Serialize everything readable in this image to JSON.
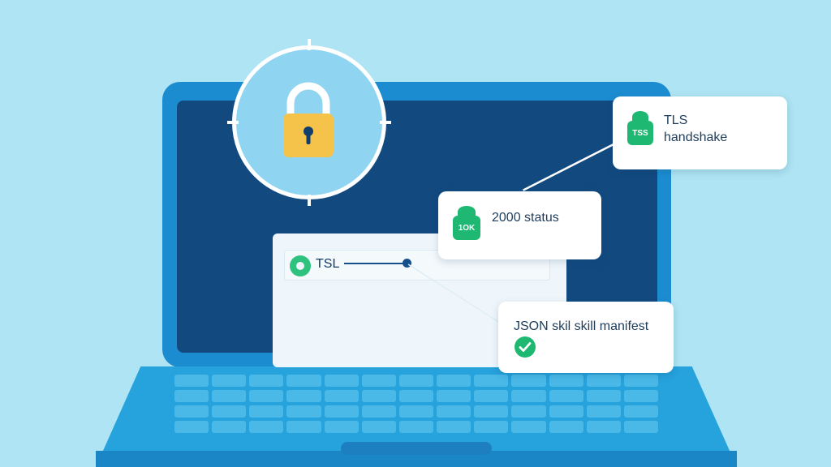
{
  "cards": {
    "tls": {
      "badge": "TSS",
      "title": "TLS",
      "subtitle": "handshake"
    },
    "status": {
      "badge": "1OK",
      "text": "2000 status"
    },
    "manifest": {
      "text": "JSON skil skill manifest"
    }
  },
  "window": {
    "label": "TSL"
  },
  "icons": {
    "lock": "padlock-icon",
    "check": "checkmark-icon",
    "shield": "shield-badge-icon"
  },
  "colors": {
    "background": "#aee4f3",
    "laptop": "#1c8cd0",
    "screen": "#124a80",
    "accent_green": "#1fb872",
    "lock_yellow": "#f5c24a"
  }
}
